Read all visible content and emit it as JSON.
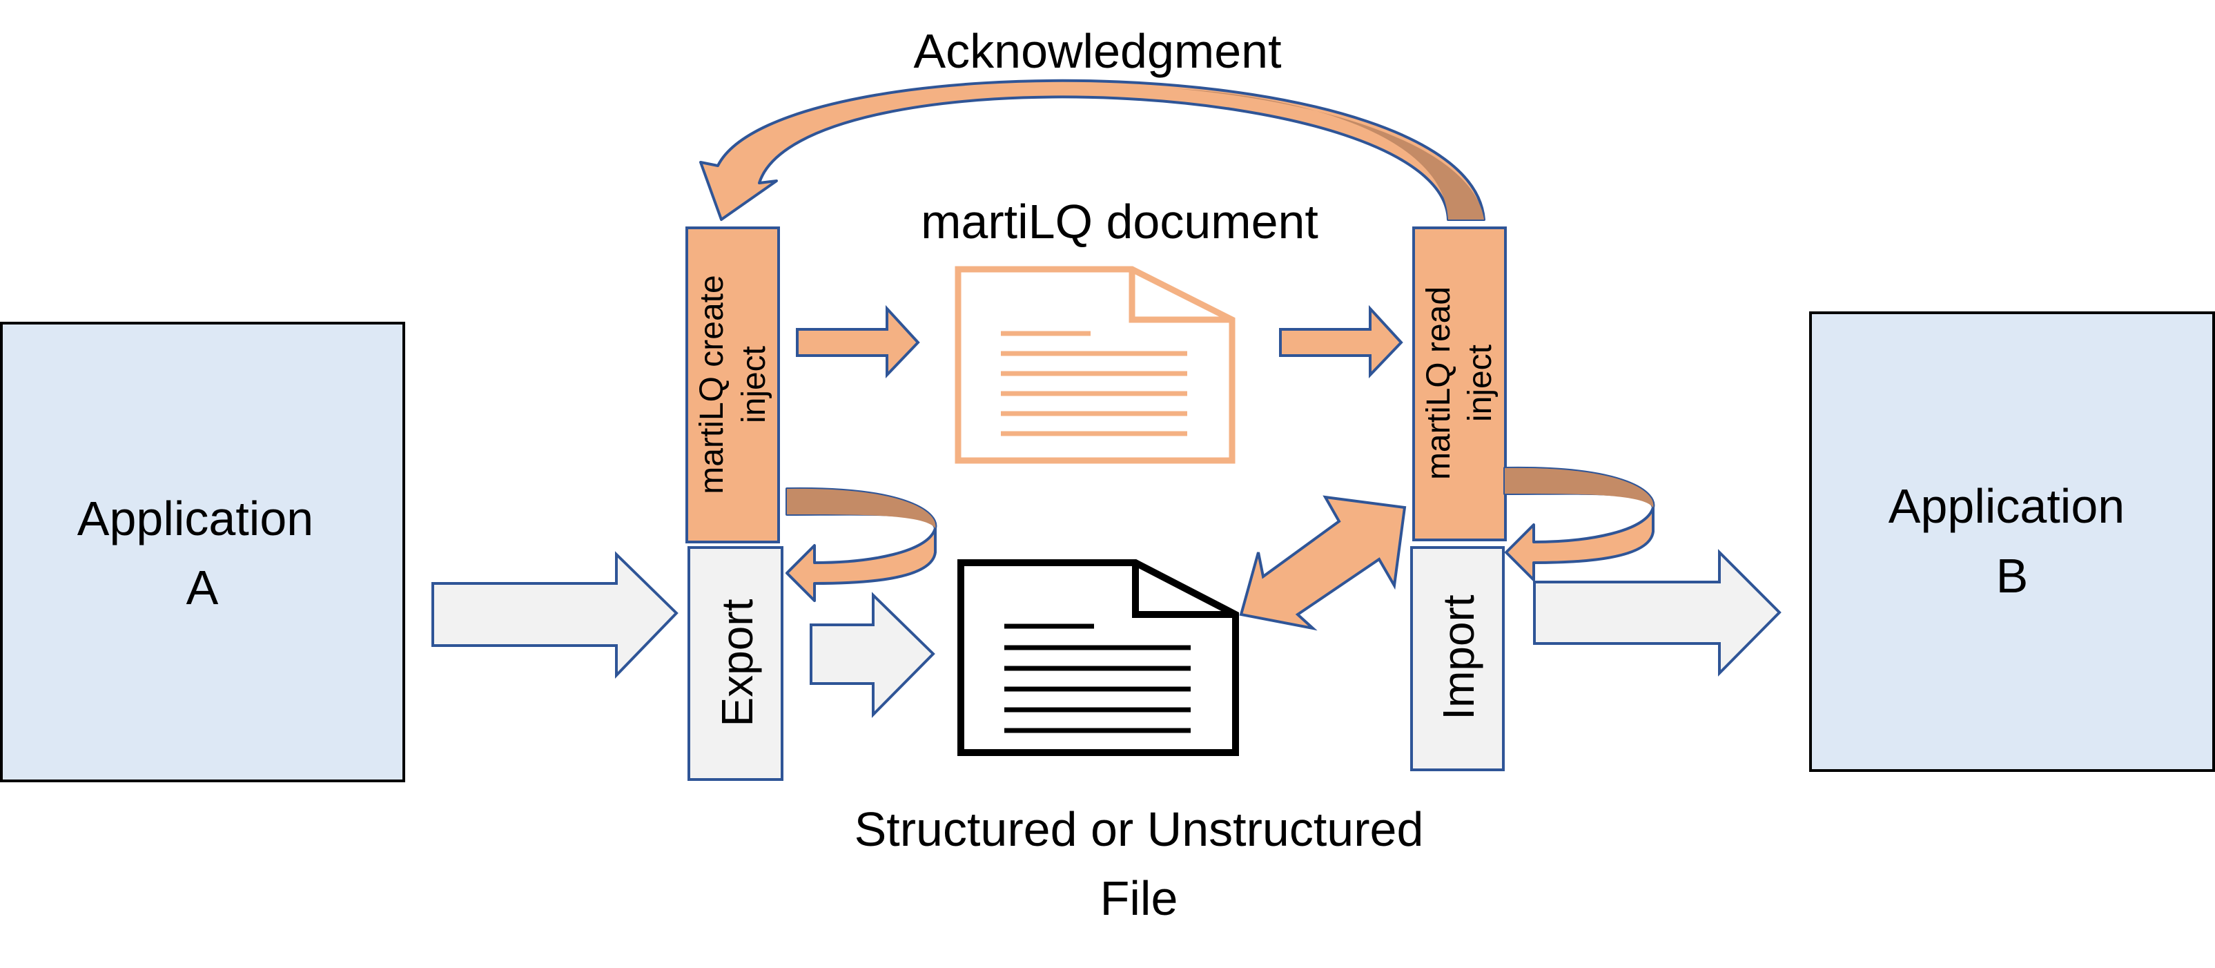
{
  "diagram": {
    "app_a": {
      "line1": "Application",
      "line2": "A"
    },
    "app_b": {
      "line1": "Application",
      "line2": "B"
    },
    "acknowledgment": "Acknowledgment",
    "martilq_document": "martiLQ document",
    "create_block": {
      "line1": "martiLQ create",
      "line2": "inject"
    },
    "read_block": {
      "line1": "martiLQ read",
      "line2": "inject"
    },
    "export": "Export",
    "import": "Import",
    "file_caption": {
      "line1": "Structured or Unstructured",
      "line2": "File"
    }
  },
  "colors": {
    "app_box_fill": "#dde8f5",
    "orange": "#f4b183",
    "orange_dark": "#c48b66",
    "outline_blue": "#2f5597",
    "light_gray": "#f2f2f2",
    "black": "#000000"
  }
}
